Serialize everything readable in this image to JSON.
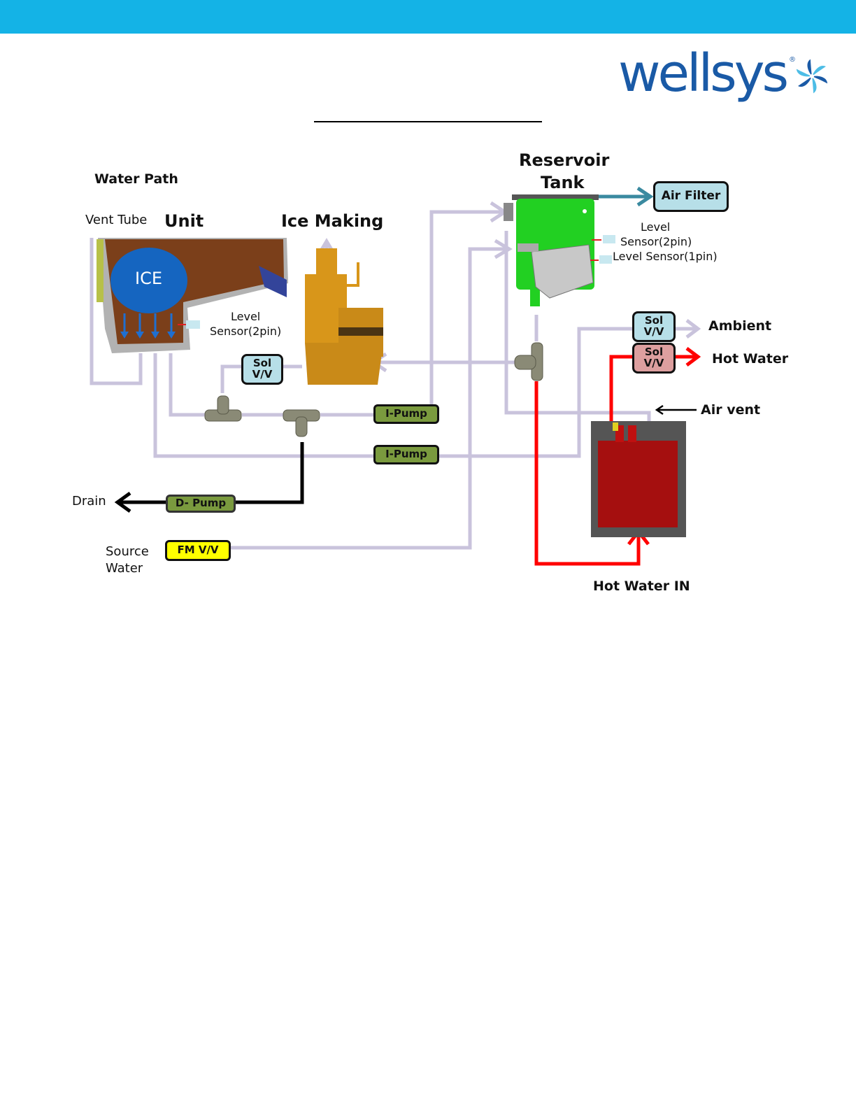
{
  "header": {
    "brand_color": "#14b3e6",
    "logo_text": "wellsys",
    "logo_registered": "®",
    "logo_color": "#1a5aa6"
  },
  "diagram": {
    "title": "Water Path",
    "labels": {
      "vent_tube": "Vent Tube",
      "unit": "Unit",
      "ice_making": "Ice Making",
      "ice": "ICE",
      "ice_level_sensor_line1": "Level",
      "ice_level_sensor_line2": "Sensor(2pin)",
      "reservoir_line1": "Reservoir",
      "reservoir_line2": "Tank",
      "res_level_sensor_line1": "Level",
      "res_level_sensor_line2": "Sensor(2pin)",
      "res_level_sensor_1pin": "Level Sensor(1pin)",
      "ambient": "Ambient",
      "hot_water": "Hot Water",
      "air_vent": "Air vent",
      "drain": "Drain",
      "source_line1": "Source",
      "source_line2": "Water",
      "hot_water_in": "Hot Water IN"
    },
    "boxes": {
      "air_filter": "Air Filter",
      "sol_vv_ice_line1": "Sol",
      "sol_vv_ice_line2": "V/V",
      "sol_vv_ambient_line1": "Sol",
      "sol_vv_ambient_line2": "V/V",
      "sol_vv_hot_line1": "Sol",
      "sol_vv_hot_line2": "V/V",
      "i_pump_1": "I-Pump",
      "i_pump_2": "I-Pump",
      "d_pump": "D- Pump",
      "fm_vv": "FM V/V"
    },
    "colors": {
      "cold_pipe": "#c9c3dc",
      "hot_pipe": "#ff0000",
      "drain_pipe": "#000000",
      "air_pipe": "#3a8aa0",
      "reservoir": "#22d022",
      "hot_tank": "#a50f0f",
      "ice_unit": "#7b3f1a",
      "ice_maker": "#d8961a"
    }
  }
}
